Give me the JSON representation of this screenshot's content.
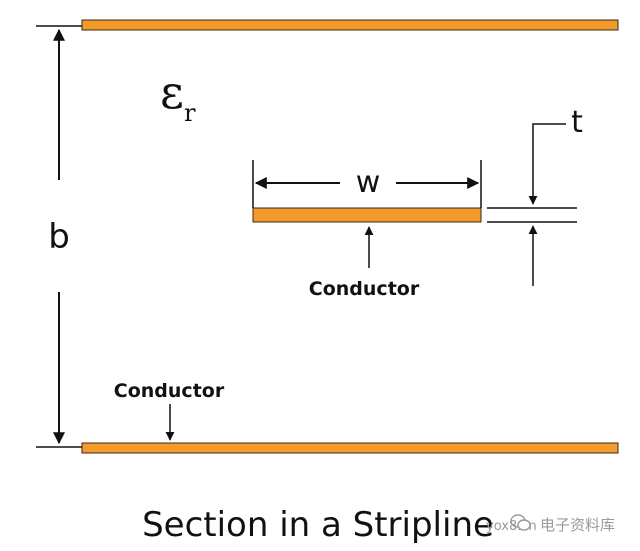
{
  "colors": {
    "conductor": "#f39a2c",
    "conductor_edge": "#3a2a14",
    "line": "#111111",
    "caption": "#111111",
    "watermark": "#9a9a9a"
  },
  "labels": {
    "dielectric_symbol": "ε",
    "dielectric_subscript": "r",
    "height": "b",
    "width": "w",
    "thickness": "t",
    "center_conductor": "Conductor",
    "ground_conductor": "Conductor"
  },
  "caption": "Section in a Stripline",
  "watermark": {
    "site": "yox8.cn",
    "channel": "电子资料库",
    "icon": "wechat-icon"
  }
}
